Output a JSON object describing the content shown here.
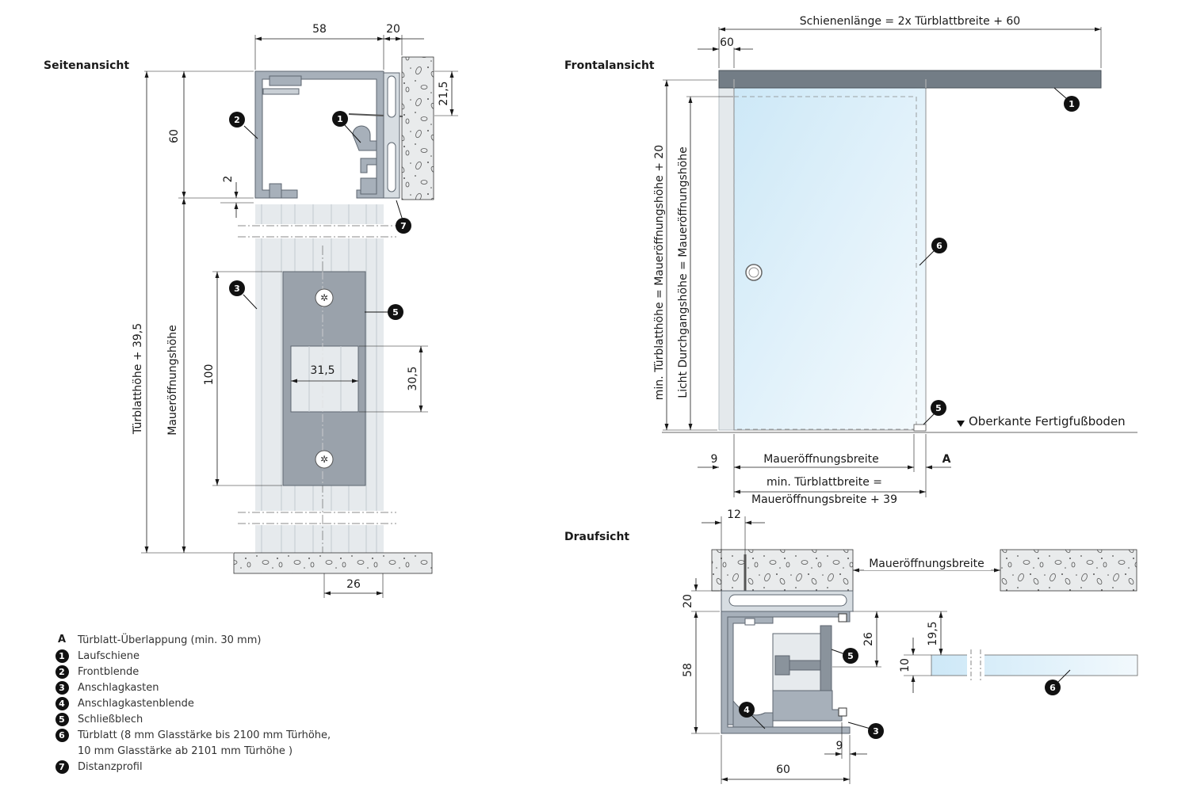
{
  "views": {
    "side": "Seitenansicht",
    "front": "Frontalansicht",
    "top": "Draufsicht"
  },
  "side_dims": {
    "w58": "58",
    "w20": "20",
    "h21_5": "21,5",
    "h60": "60",
    "h2": "2",
    "total": "Türblatthöhe + 39,5",
    "opening": "Maueröffnungshöhe",
    "h100": "100",
    "w31_5": "31,5",
    "h30_5": "30,5",
    "w26": "26"
  },
  "front_dims": {
    "rail": "Schienenlänge = 2x Türblattbreite + 60",
    "w60": "60",
    "vert_outer": "min. Türblatthöhe = Maueröffnungshöhe + 20",
    "vert_inner": "Licht Durchgangshöhe = Maueröffnungshöhe",
    "floor": "Oberkante Fertigfußboden",
    "w9": "9",
    "opening_w": "Maueröffnungsbreite",
    "a": "A",
    "min_leaf_1": "min. Türblattbreite =",
    "min_leaf_2": "Maueröffnungsbreite + 39"
  },
  "top_dims": {
    "w12": "12",
    "opening_w": "Maueröffnungsbreite",
    "h20": "20",
    "h58": "58",
    "h26": "26",
    "h19_5": "19,5",
    "h10": "10",
    "w9": "9",
    "w60": "60"
  },
  "badges": [
    "A",
    "1",
    "2",
    "3",
    "4",
    "5",
    "6",
    "7"
  ],
  "legend": [
    {
      "key": "A",
      "text": "Türblatt-Überlappung (min. 30 mm)"
    },
    {
      "key": "1",
      "text": "Laufschiene"
    },
    {
      "key": "2",
      "text": "Frontblende"
    },
    {
      "key": "3",
      "text": "Anschlagkasten"
    },
    {
      "key": "4",
      "text": "Anschlagkastenblende"
    },
    {
      "key": "5",
      "text": "Schließblech"
    },
    {
      "key": "6",
      "text": "Türblatt (8 mm Glasstärke bis 2100 mm Türhöhe,"
    },
    {
      "key": "",
      "text": "10 mm Glasstärke ab 2101 mm Türhöhe )"
    },
    {
      "key": "7",
      "text": "Distanzprofil"
    }
  ]
}
